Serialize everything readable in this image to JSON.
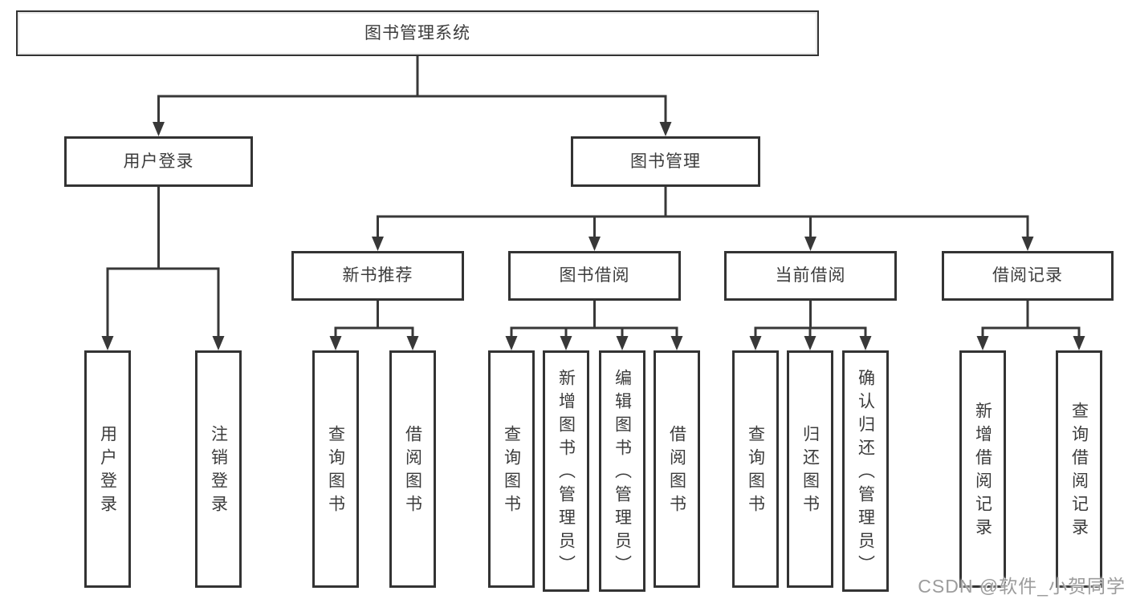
{
  "diagram": {
    "root_label": "图书管理系统",
    "level1": [
      {
        "label": "用户登录"
      },
      {
        "label": "图书管理"
      }
    ],
    "level2": [
      {
        "label": "新书推荐"
      },
      {
        "label": "图书借阅"
      },
      {
        "label": "当前借阅"
      },
      {
        "label": "借阅记录"
      }
    ],
    "leaves": {
      "user": [
        "用户登录",
        "注销登录"
      ],
      "recommend": [
        "查询图书",
        "借阅图书"
      ],
      "borrow": [
        "查询图书",
        "新增图书（管理员）",
        "编辑图书（管理员）",
        "借阅图书"
      ],
      "current": [
        "查询图书",
        "归还图书",
        "确认归还（管理员）"
      ],
      "records": [
        "新增借阅记录",
        "查询借阅记录"
      ]
    }
  },
  "watermark": {
    "text": "CSDN @软件_小贺同学"
  },
  "colors": {
    "line": "#383838",
    "text": "#3c3c3c",
    "box_border": "#333333",
    "background": "#ffffff",
    "watermark": "#9c9c9c"
  }
}
